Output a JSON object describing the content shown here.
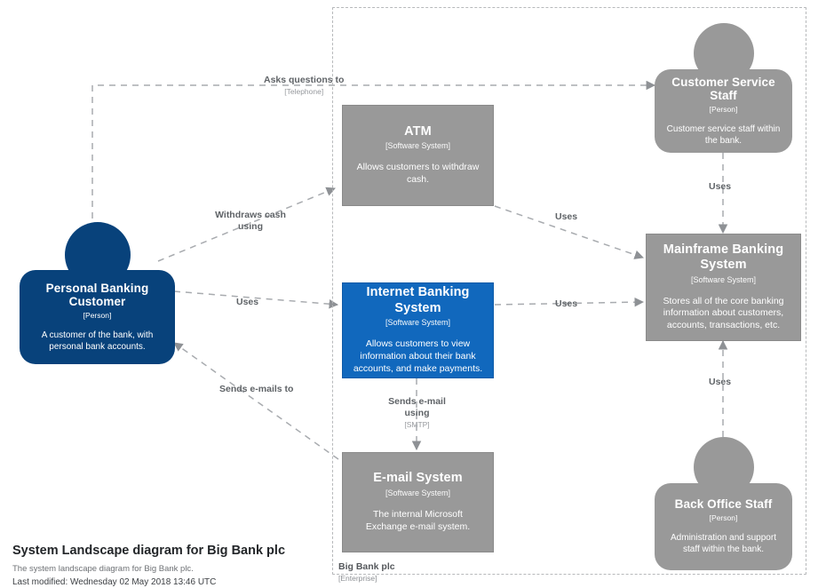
{
  "diagram": {
    "title": "System Landscape diagram for Big Bank plc",
    "subtitle": "The system landscape diagram for Big Bank plc.",
    "last_modified": "Last modified: Wednesday 02 May 2018 13:46 UTC",
    "background_color": "#ffffff"
  },
  "boundary": {
    "name": "Big Bank plc",
    "type": "[Enterprise]",
    "style": "dashed",
    "color": "#b7b9bb"
  },
  "palette": {
    "person_external": "#08427b",
    "person_internal": "#999999",
    "system_default": "#999999",
    "system_highlight": "#1168bd",
    "text_on_shape": "#ffffff",
    "relationship_line": "#a0a3a7"
  },
  "elements": [
    {
      "id": "personal-banking-customer",
      "shape": "person",
      "color": "blue",
      "name": "Personal Banking Customer",
      "type": "[Person]",
      "description": "A customer of the bank, with personal bank accounts."
    },
    {
      "id": "customer-service-staff",
      "shape": "person",
      "color": "grey",
      "name": "Customer Service Staff",
      "type": "[Person]",
      "description": "Customer service staff within the bank."
    },
    {
      "id": "back-office-staff",
      "shape": "person",
      "color": "grey",
      "name": "Back Office Staff",
      "type": "[Person]",
      "description": "Administration and support staff within the bank."
    },
    {
      "id": "atm",
      "shape": "box",
      "color": "grey",
      "name": "ATM",
      "type": "[Software System]",
      "description": "Allows customers to withdraw cash."
    },
    {
      "id": "internet-banking-system",
      "shape": "box",
      "color": "blue",
      "name": "Internet Banking System",
      "type": "[Software System]",
      "description": "Allows customers to view information about their bank accounts, and make payments."
    },
    {
      "id": "email-system",
      "shape": "box",
      "color": "grey",
      "name": "E-mail System",
      "type": "[Software System]",
      "description": "The internal Microsoft Exchange e-mail system."
    },
    {
      "id": "mainframe-banking-system",
      "shape": "box",
      "color": "grey",
      "name": "Mainframe Banking System",
      "type": "[Software System]",
      "description": "Stores all of the core banking information about customers, accounts, transactions, etc."
    }
  ],
  "relationships": [
    {
      "id": "customer-asks-staff",
      "source": "personal-banking-customer",
      "target": "customer-service-staff",
      "label": "Asks questions to",
      "technology": "[Telephone]"
    },
    {
      "id": "customer-withdraws-atm",
      "source": "personal-banking-customer",
      "target": "atm",
      "label": "Withdraws cash using",
      "technology": ""
    },
    {
      "id": "customer-uses-ibs",
      "source": "personal-banking-customer",
      "target": "internet-banking-system",
      "label": "Uses",
      "technology": ""
    },
    {
      "id": "email-sends-customer",
      "source": "email-system",
      "target": "personal-banking-customer",
      "label": "Sends e-mails to",
      "technology": ""
    },
    {
      "id": "ibs-sends-email",
      "source": "internet-banking-system",
      "target": "email-system",
      "label": "Sends e-mail using",
      "technology": "[SMTP]"
    },
    {
      "id": "atm-uses-mainframe",
      "source": "atm",
      "target": "mainframe-banking-system",
      "label": "Uses",
      "technology": ""
    },
    {
      "id": "ibs-uses-mainframe",
      "source": "internet-banking-system",
      "target": "mainframe-banking-system",
      "label": "Uses",
      "technology": ""
    },
    {
      "id": "css-uses-mainframe",
      "source": "customer-service-staff",
      "target": "mainframe-banking-system",
      "label": "Uses",
      "technology": ""
    },
    {
      "id": "bos-uses-mainframe",
      "source": "back-office-staff",
      "target": "mainframe-banking-system",
      "label": "Uses",
      "technology": ""
    }
  ]
}
